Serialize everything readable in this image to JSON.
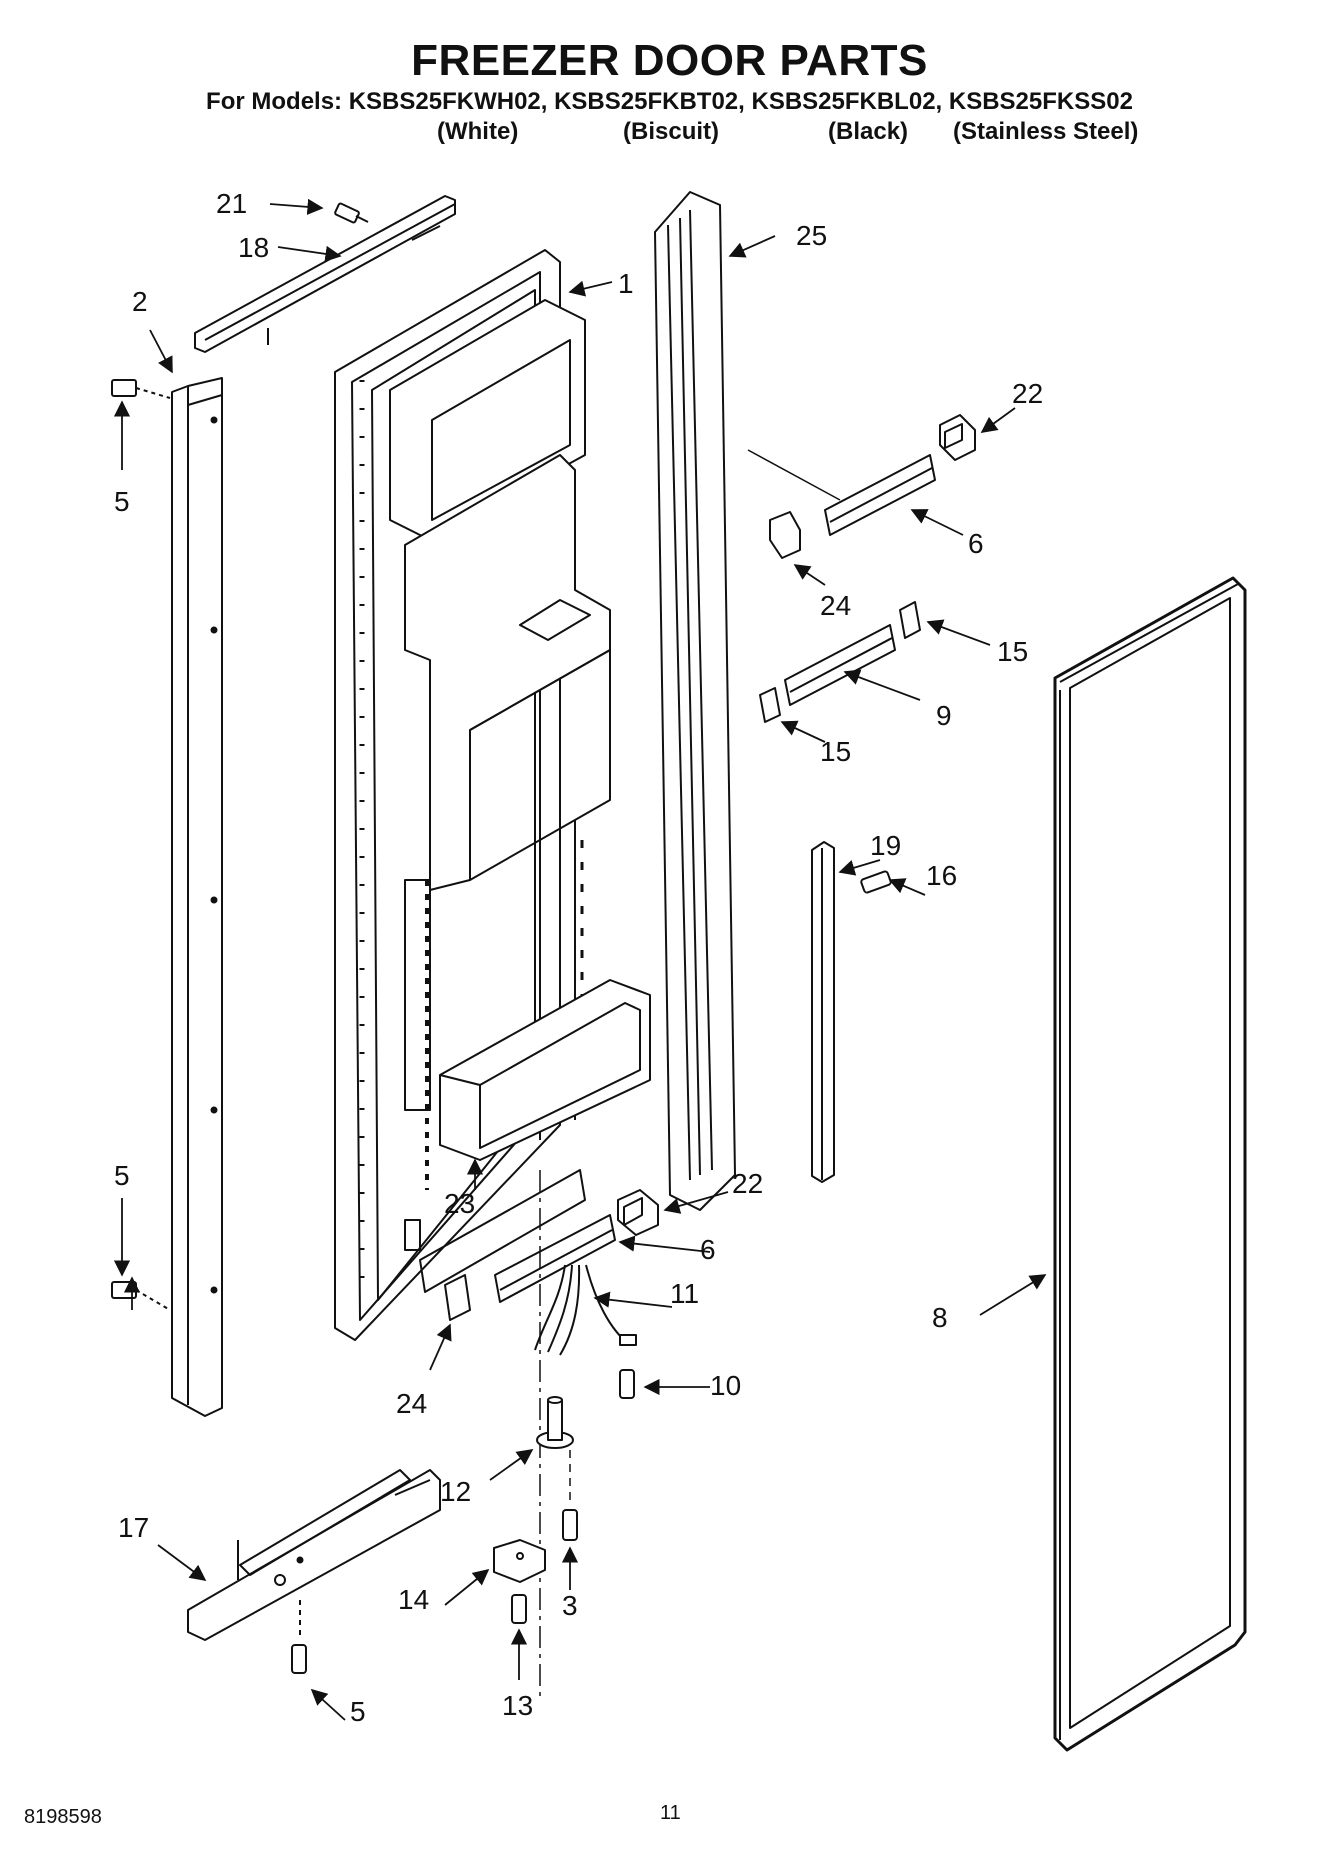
{
  "header": {
    "title": "FREEZER DOOR PARTS",
    "models_line": "For Models: KSBS25FKWH02, KSBS25FKBT02, KSBS25FKBL02, KSBS25FKSS02",
    "colors": [
      "(White)",
      "(Biscuit)",
      "(Black)",
      "(Stainless Steel)"
    ]
  },
  "callouts": {
    "c1": "1",
    "c2": "2",
    "c3": "3",
    "c5a": "5",
    "c5b": "5",
    "c5c": "5",
    "c6a": "6",
    "c6b": "6",
    "c8": "8",
    "c9": "9",
    "c10": "10",
    "c11": "11",
    "c12": "12",
    "c13": "13",
    "c14": "14",
    "c15a": "15",
    "c15b": "15",
    "c16": "16",
    "c17": "17",
    "c18": "18",
    "c19": "19",
    "c21": "21",
    "c22a": "22",
    "c22b": "22",
    "c23": "23",
    "c24a": "24",
    "c24b": "24",
    "c25": "25"
  },
  "footer": {
    "doc_number": "8198598",
    "page_number": "11"
  }
}
